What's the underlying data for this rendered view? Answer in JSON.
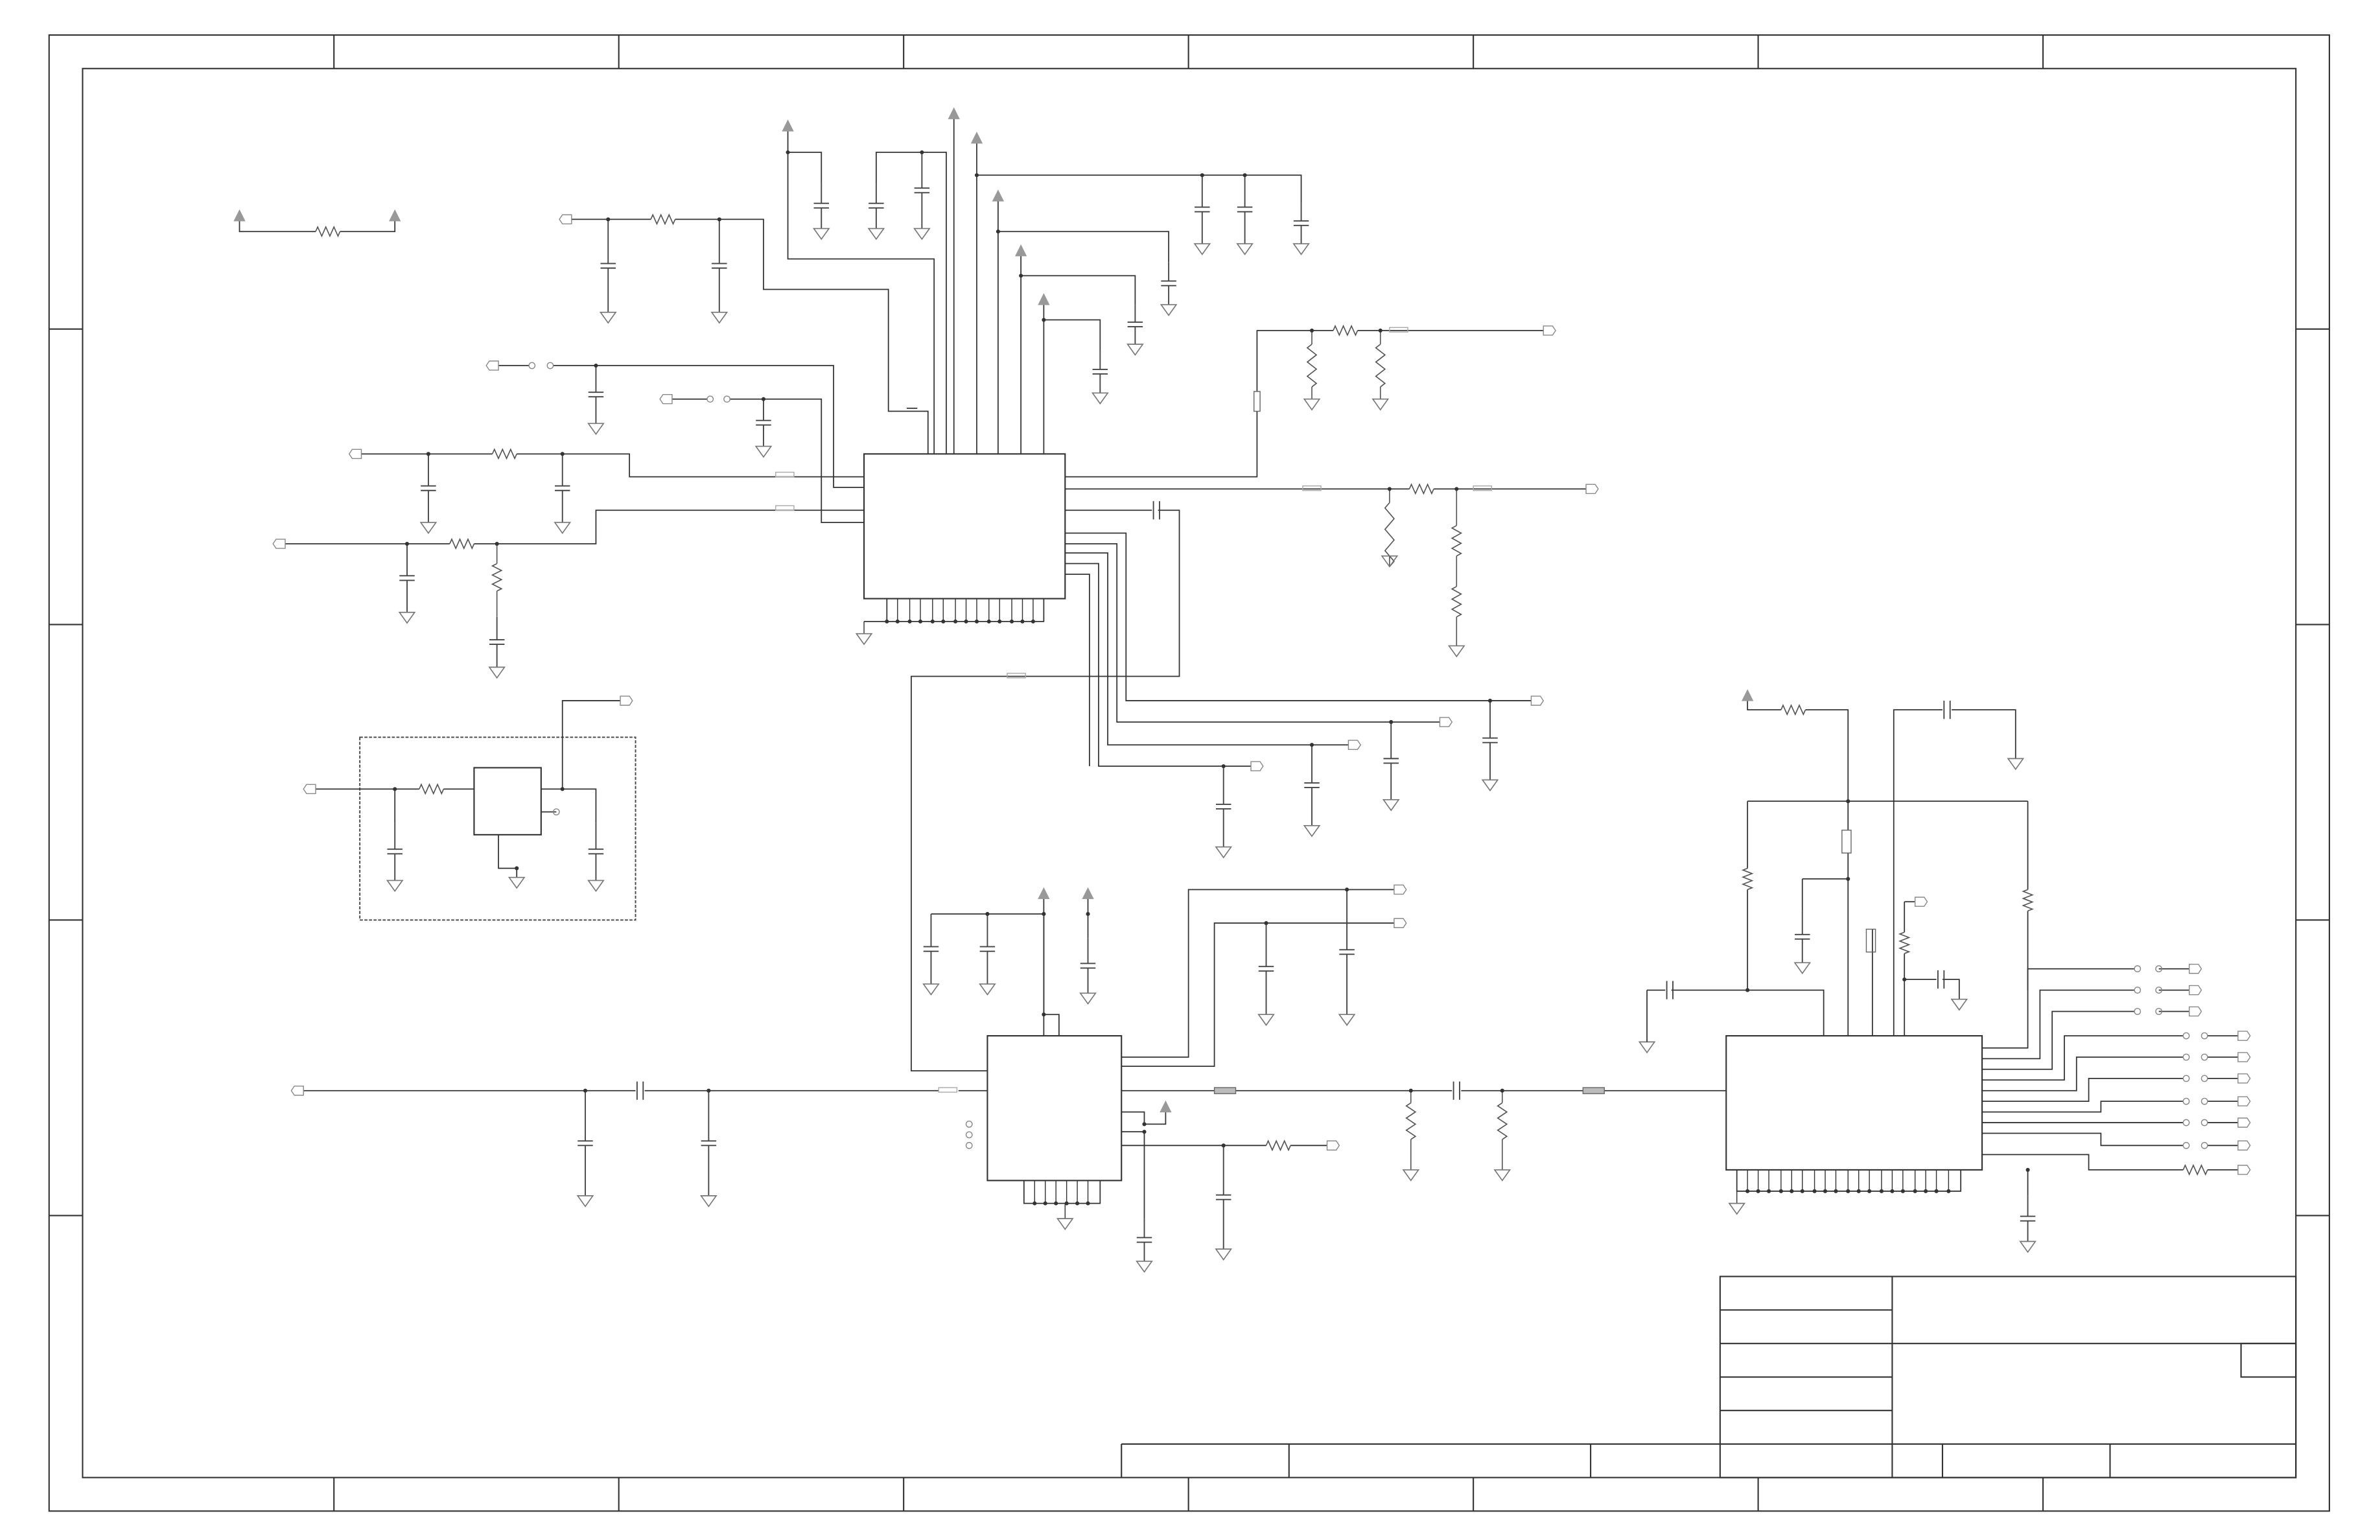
{
  "colors": {
    "background": "#ffffff",
    "wire": "#333333",
    "component": "#555555",
    "symbol_fill": "#999999",
    "net_marker": "#aaaaaa",
    "frame": "#333333"
  },
  "icons": {
    "power_port": "triangle-arrow",
    "ground_port": "open-triangle",
    "off_sheet_port": "flag-connector"
  },
  "title_block": {
    "cells": [
      "",
      "",
      "",
      "",
      "",
      "",
      "",
      "",
      "",
      "",
      ""
    ]
  }
}
